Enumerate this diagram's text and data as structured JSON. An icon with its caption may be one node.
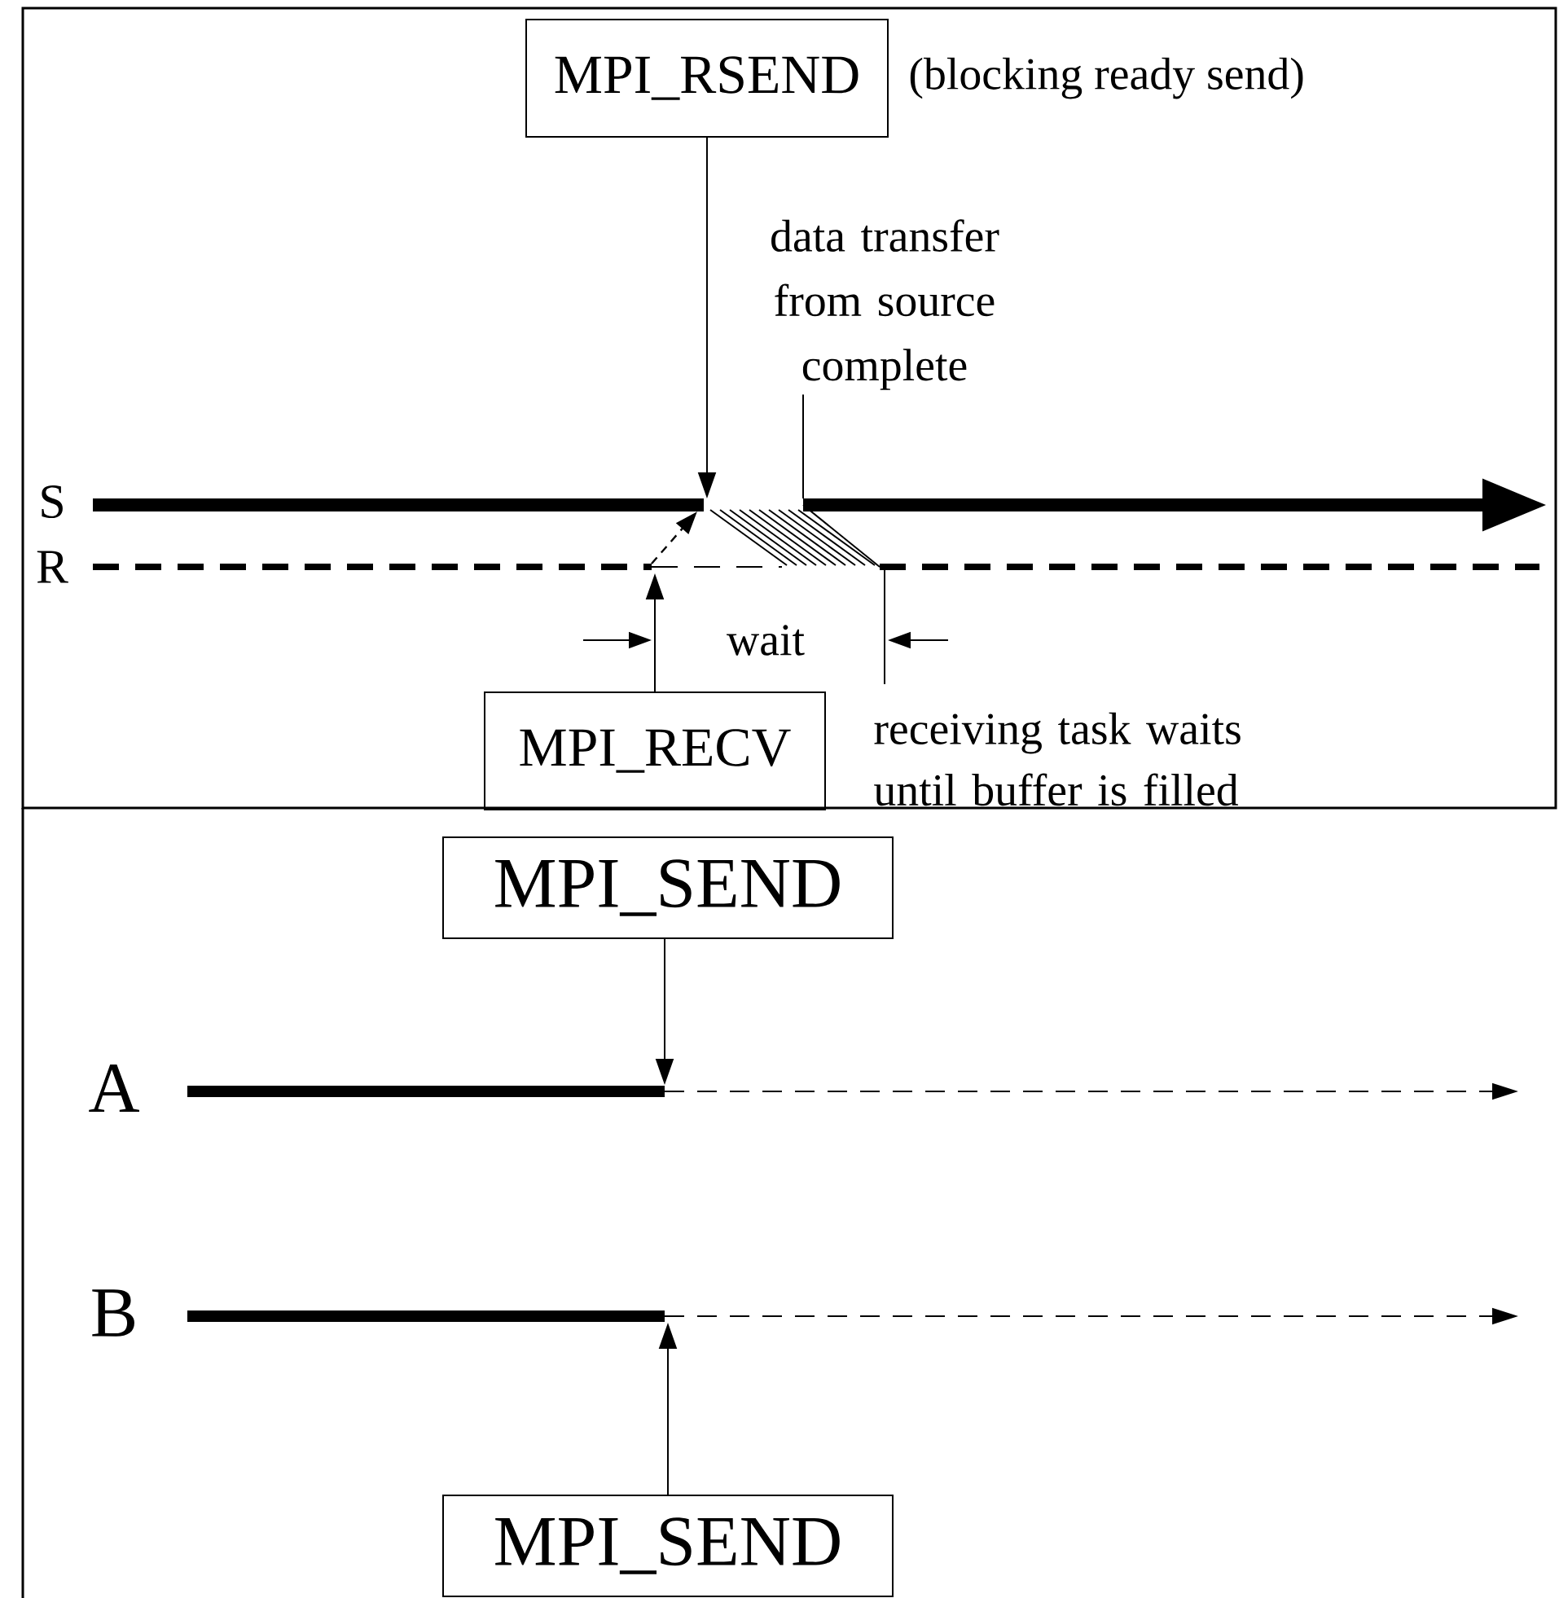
{
  "diagram": {
    "nodes": [
      {
        "text": [
          "MPI_RSEND"
        ],
        "beside": [
          "(blocking ready send)"
        ]
      },
      {
        "text": [
          "data transfer from source complete"
        ]
      },
      {
        "text": [
          "MPI_RECV"
        ]
      },
      {
        "text": [
          "MPI_SEND"
        ]
      },
      {
        "text": [
          "MPI_SEND"
        ]
      }
    ],
    "edges": [
      {
        "from": 0,
        "to": null,
        "arrow": "to"
      },
      {
        "from": 1,
        "to": null,
        "arrow": "none"
      },
      {
        "from": 2,
        "to": null,
        "arrow": "to"
      },
      {
        "from": 3,
        "to": null,
        "arrow": "to"
      },
      {
        "from": 4,
        "to": null,
        "arrow": "to"
      }
    ],
    "labels": [
      "S",
      "R",
      "wait",
      "receiving task waits until buffer is filled",
      "A",
      "B"
    ]
  }
}
